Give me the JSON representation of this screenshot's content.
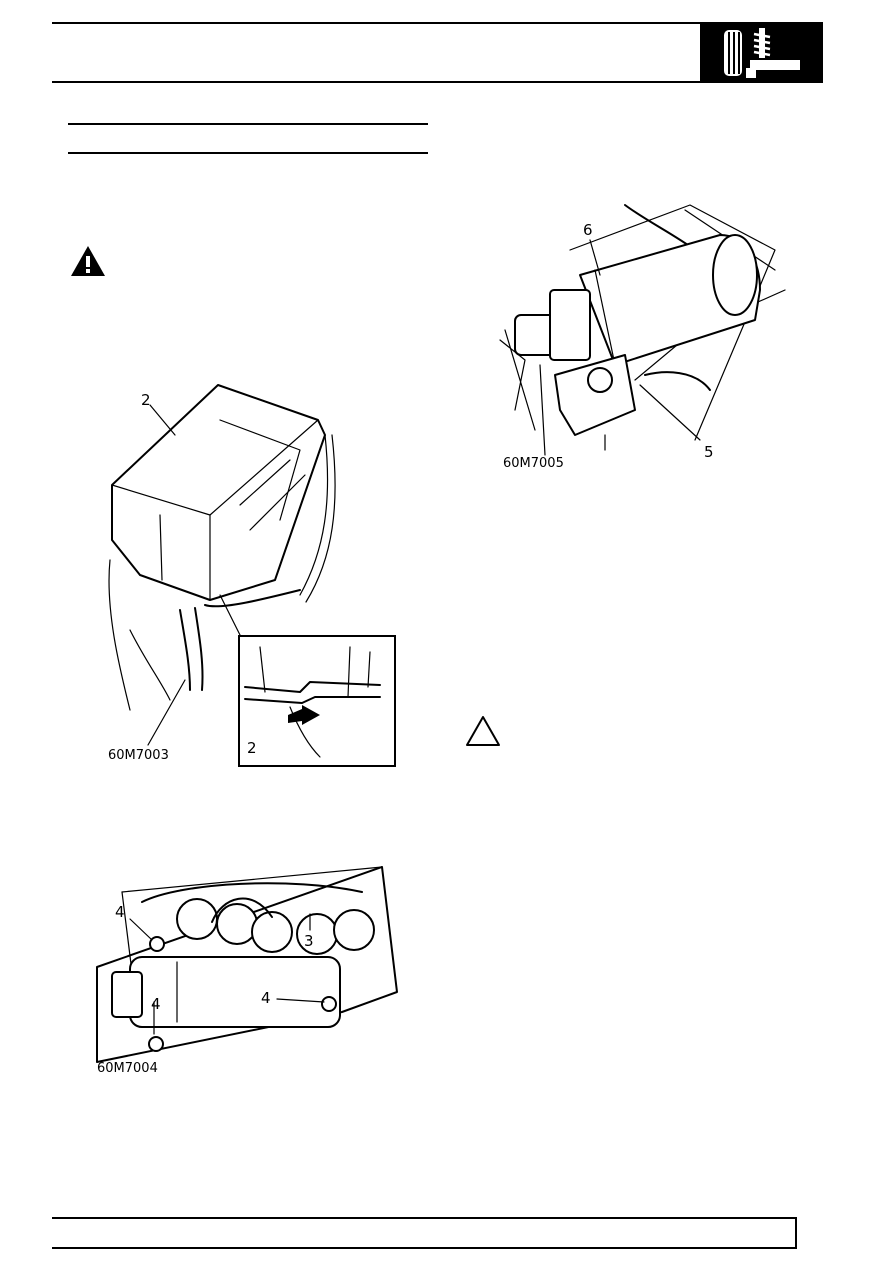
{
  "header": {
    "section_icon": "suspension-section-icon"
  },
  "warning_icon": "warning-triangle-icon",
  "caution_icon": "caution-triangle-icon",
  "figures": [
    {
      "code": "60M7003",
      "callouts": [
        "2",
        "2"
      ]
    },
    {
      "code": "60M7004",
      "callouts": [
        "4",
        "4",
        "4",
        "3"
      ]
    },
    {
      "code": "60M7005",
      "callouts": [
        "6",
        "5"
      ]
    }
  ],
  "colors": {
    "ink": "#000000",
    "paper": "#ffffff"
  }
}
